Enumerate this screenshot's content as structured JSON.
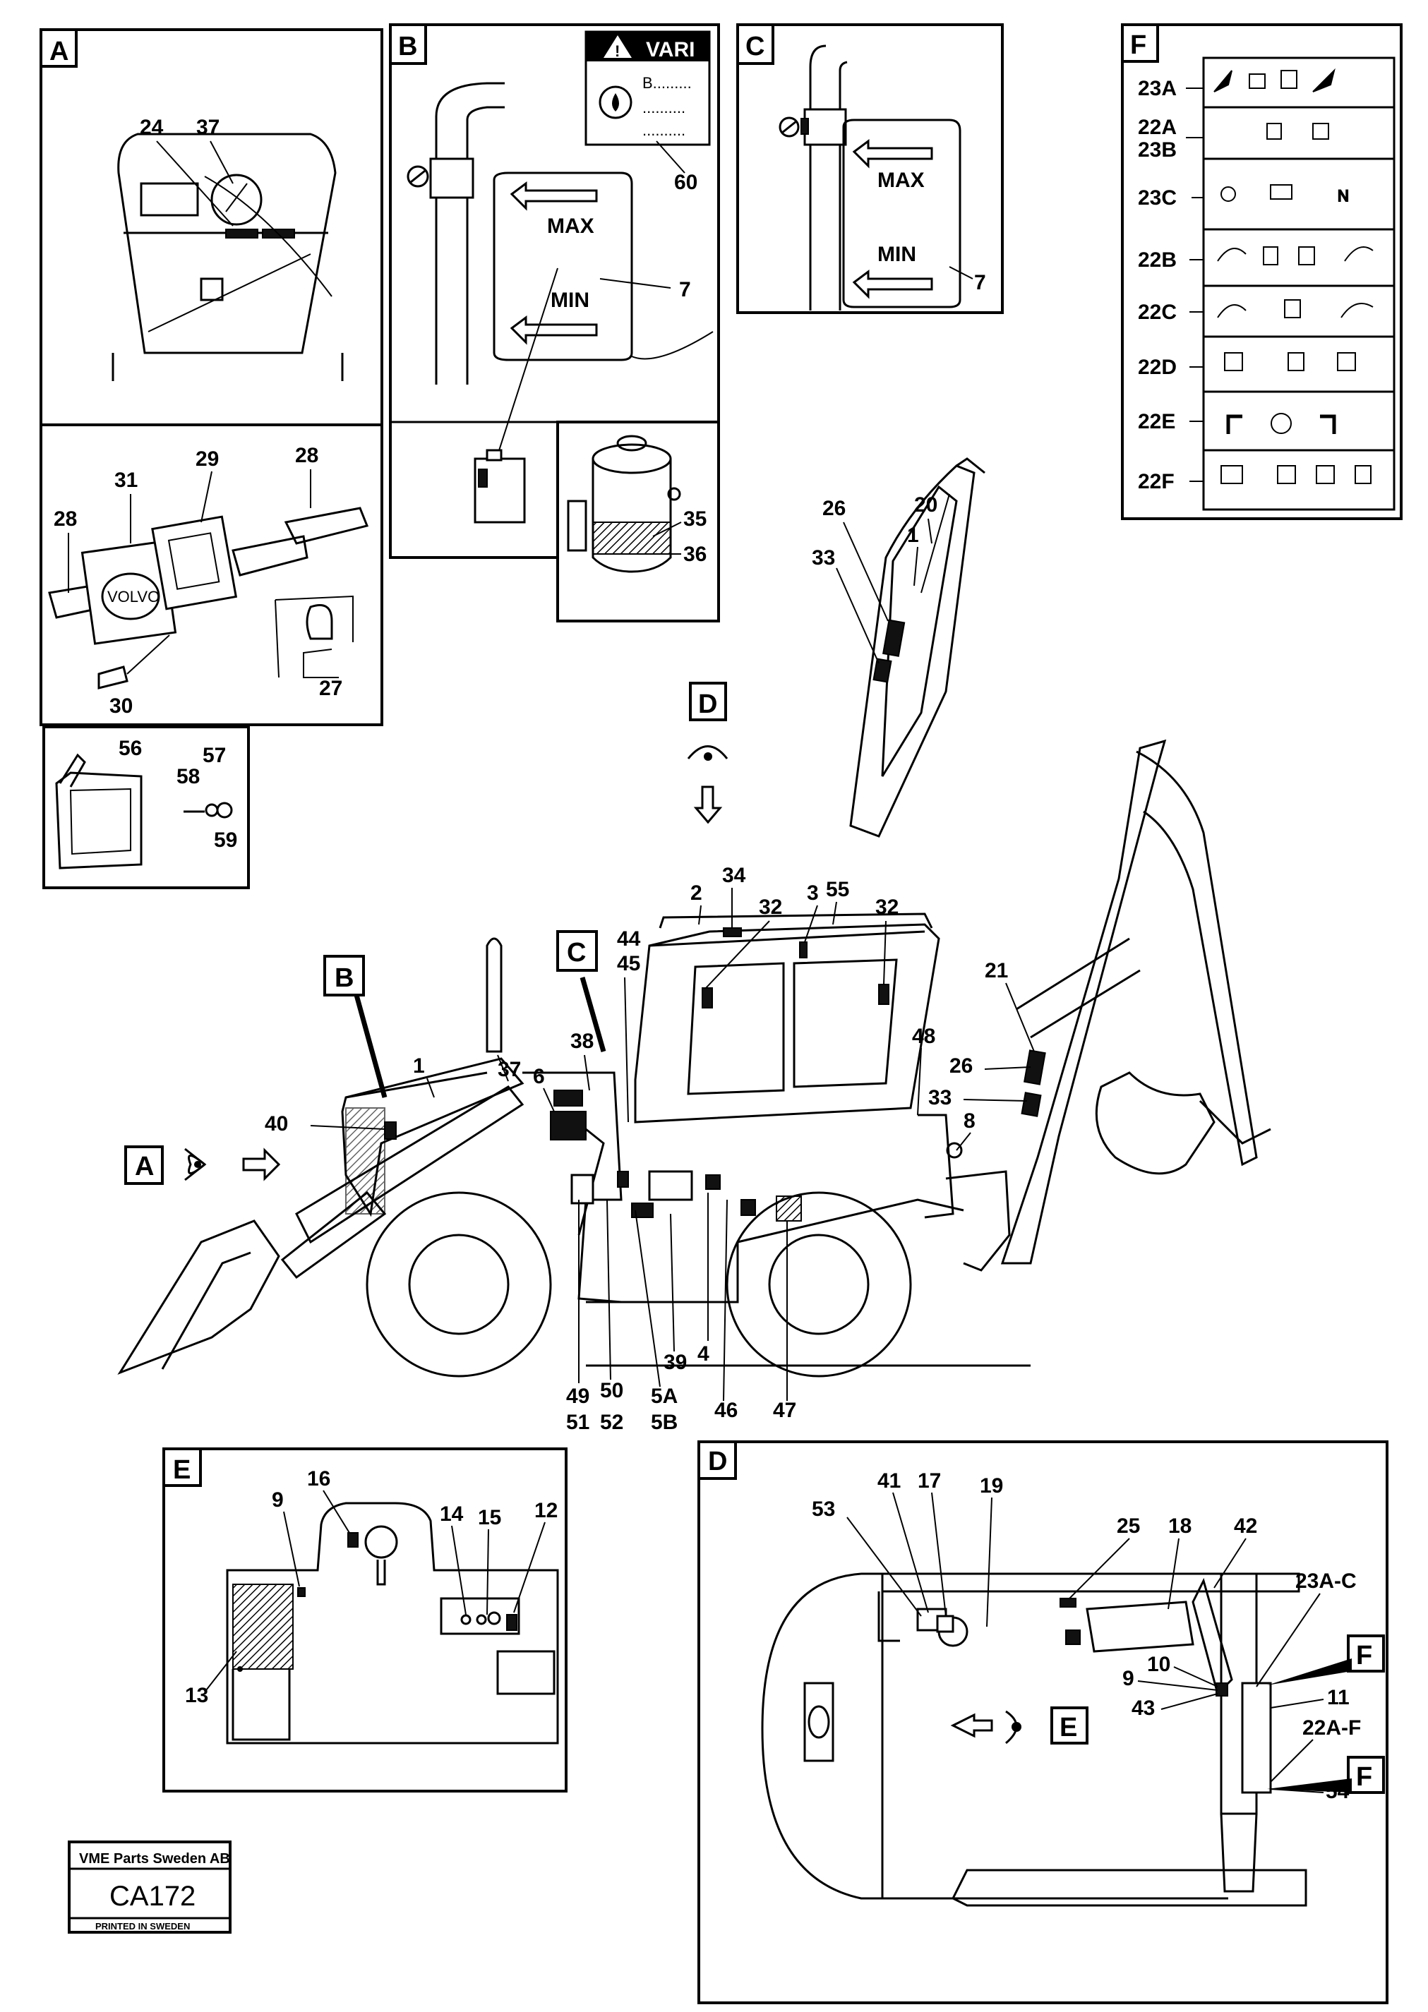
{
  "panels": {
    "A": "A",
    "B": "B",
    "C": "C",
    "D": "D",
    "E": "E",
    "F": "F"
  },
  "panel_a": {
    "labels": [
      "24",
      "37"
    ]
  },
  "panel_a2": {
    "labels": [
      "28",
      "31",
      "29",
      "28",
      "30",
      "27"
    ]
  },
  "panel_a3": {
    "labels": [
      "56",
      "57",
      "58",
      "59"
    ]
  },
  "panel_b": {
    "decal_header": "VARI",
    "decal_lines": [
      "B.........",
      "..........",
      ".........."
    ],
    "max": "MAX",
    "min": "MIN",
    "labels": [
      "60",
      "7",
      "35",
      "36"
    ]
  },
  "panel_c": {
    "max": "MAX",
    "min": "MIN",
    "labels": [
      "7"
    ]
  },
  "panel_f": {
    "rows": [
      "23A",
      "22A\n23B",
      "23C",
      "22B",
      "22C",
      "22D",
      "22E",
      "22F"
    ]
  },
  "machine": {
    "callouts": [
      "1",
      "2",
      "3",
      "4",
      "5A",
      "5B",
      "6",
      "8",
      "26",
      "33",
      "20",
      "1",
      "26",
      "33",
      "21",
      "32",
      "32",
      "34",
      "55",
      "44",
      "45",
      "38",
      "37",
      "40",
      "48",
      "39",
      "46",
      "47",
      "49",
      "50",
      "51",
      "52"
    ],
    "view_letters": {
      "a": "A",
      "b": "B",
      "c": "C",
      "d": "D"
    }
  },
  "panel_e": {
    "labels": [
      "16",
      "9",
      "14",
      "15",
      "12",
      "13"
    ]
  },
  "panel_d": {
    "labels": [
      "53",
      "41",
      "17",
      "19",
      "25",
      "18",
      "42",
      "23A-C",
      "10",
      "9",
      "43",
      "11",
      "22A-F",
      "54"
    ],
    "flags": [
      "F",
      "F"
    ],
    "view_letter": "E"
  },
  "stamp": {
    "company": "VME Parts Sweden AB",
    "code": "CA172",
    "printed": "PRINTED IN SWEDEN"
  }
}
